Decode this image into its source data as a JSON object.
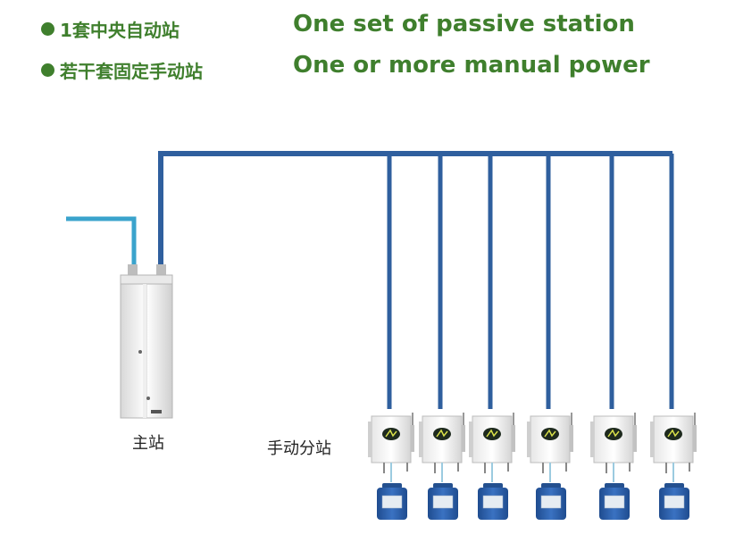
{
  "colors": {
    "accent_green": "#3f7f2d",
    "pipe_blue": "#2f5f9e",
    "feed_blue": "#3aa3cc",
    "canister_blue": "#2e5fa8"
  },
  "header": {
    "lines": [
      {
        "cn": "1套中央自动站",
        "en": "One set of passive station"
      },
      {
        "cn": "若干套固定手动站",
        "en": "One or more manual power"
      }
    ]
  },
  "labels": {
    "main_station": "主站",
    "manual_substation": "手动分站"
  },
  "substation_count": 6
}
